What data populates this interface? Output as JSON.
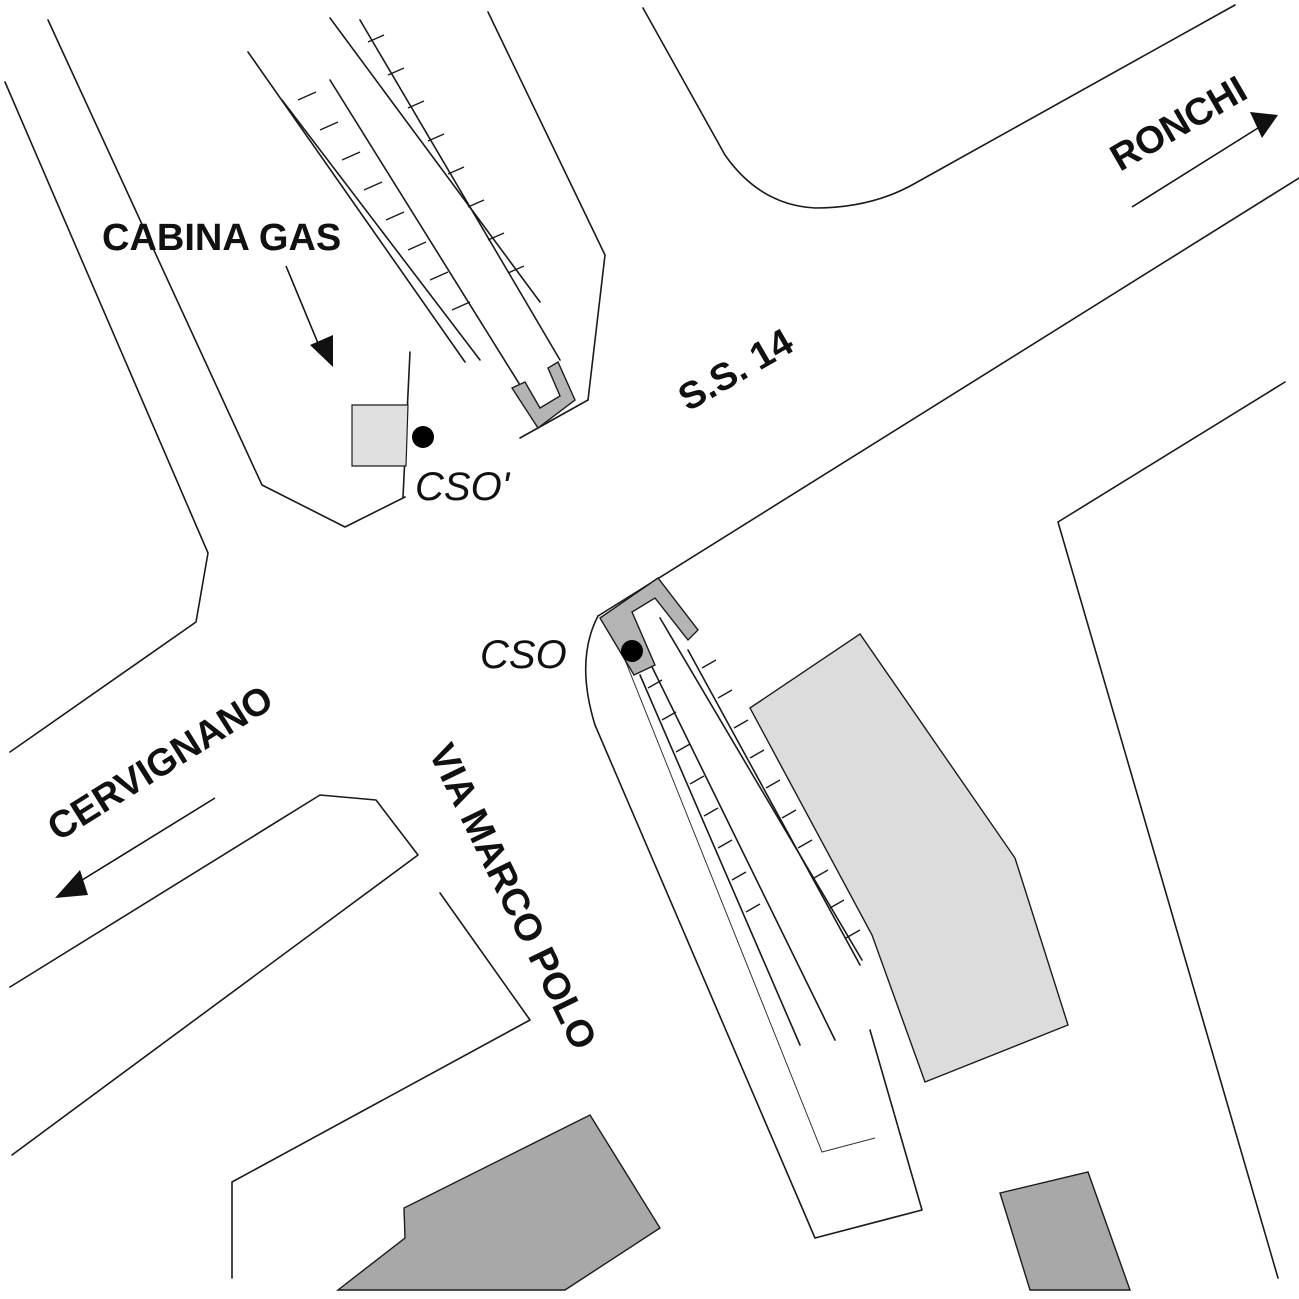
{
  "labels": {
    "cabina_gas": "CABINA GAS",
    "ronchi": "RONCHI",
    "ss14": "S.S. 14",
    "cso_prime": "CSO'",
    "cso": "CSO",
    "cervignano": "CERVIGNANO",
    "via_marco_polo": "VIA MARCO POLO"
  },
  "colors": {
    "building_light": "#dcdcdc",
    "building_dark": "#a8a8a8",
    "line": "#1a1a1a",
    "point": "#000000"
  },
  "icons": {
    "monitoring_point": "filled-circle",
    "direction": "arrow"
  }
}
